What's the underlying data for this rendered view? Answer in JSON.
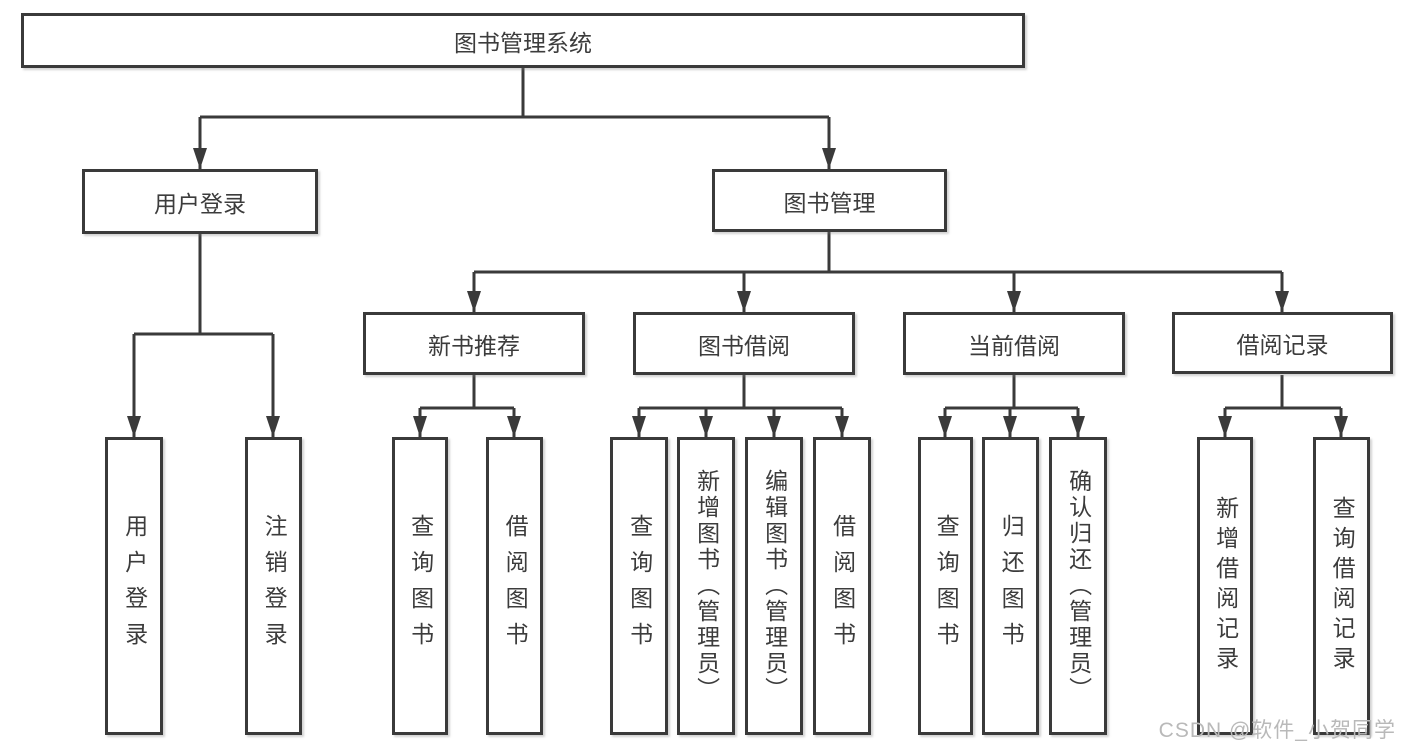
{
  "diagram": {
    "title": "图书管理系统",
    "level2": {
      "user_login": "用户登录",
      "book_management": "图书管理"
    },
    "level3": {
      "new_book_recommend": "新书推荐",
      "book_borrow": "图书借阅",
      "current_borrow": "当前借阅",
      "borrow_record": "借阅记录"
    },
    "leaves": {
      "user_login": [
        "用户登录",
        "注销登录"
      ],
      "new_book_recommend": [
        "查询图书",
        "借阅图书"
      ],
      "book_borrow": [
        "查询图书",
        "新增图书（管理员）",
        "编辑图书（管理员）",
        "借阅图书"
      ],
      "current_borrow": [
        "查询图书",
        "归还图书",
        "确认归还（管理员）"
      ],
      "borrow_record": [
        "新增借阅记录",
        "查询借阅记录"
      ]
    }
  },
  "watermark": "CSDN @软件_小贺同学",
  "colors": {
    "line": "#3a3a3a",
    "text": "#3c3c3c",
    "watermark": "#b9b9b9",
    "background": "#ffffff"
  }
}
